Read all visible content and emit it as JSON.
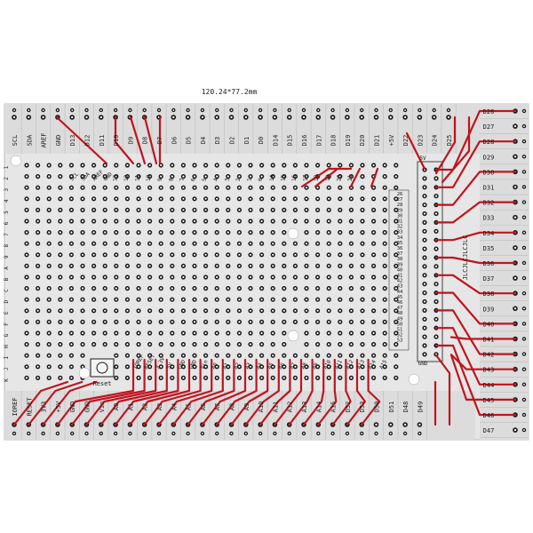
{
  "dimension_label": "120.24*77.2mm",
  "top_terminals": [
    "SCL",
    "SDA",
    "AREF",
    "GND",
    "D13",
    "D12",
    "D11",
    "D10",
    "D9",
    "D8",
    "D7",
    "D6",
    "D5",
    "D4",
    "D3",
    "D2",
    "D1",
    "D0",
    "D14",
    "D15",
    "D16",
    "D17",
    "D18",
    "D19",
    "D20",
    "D21",
    "+5V",
    "D22",
    "D23",
    "D24",
    "D25"
  ],
  "bottom_terminals": [
    "IOREF",
    "RESET",
    "3V3",
    "+5V",
    "GND",
    "GND",
    "Vin",
    "A0",
    "A1",
    "A2",
    "A3",
    "A4",
    "A5",
    "A6",
    "A7",
    "A8",
    "A9",
    "A10",
    "A11",
    "A12",
    "A13",
    "A14",
    "A15",
    "D52",
    "D53",
    "D50",
    "D51",
    "D48",
    "D49"
  ],
  "right_terminals": [
    "D26",
    "D27",
    "D28",
    "D29",
    "D30",
    "D31",
    "D32",
    "D33",
    "D34",
    "D35",
    "D36",
    "D37",
    "D38",
    "D39",
    "D40",
    "D41",
    "D42",
    "D43",
    "D44",
    "D45",
    "D46",
    "D47"
  ],
  "header_pin_labels": [
    "SCL",
    "SDA",
    "AREF",
    "GND",
    "13",
    "12",
    "11",
    "10",
    "9",
    "8",
    "7",
    "6",
    "5",
    "4",
    "3",
    "2",
    "1",
    "0",
    "14",
    "15",
    "16",
    "17",
    "18",
    "19",
    "20",
    "21"
  ],
  "power_pin_labels": [
    "IOREF",
    "RESET",
    "3.3V",
    "5V",
    "GND",
    "GND",
    "Vin",
    "A0",
    "A1",
    "A2",
    "A3",
    "A4",
    "A5",
    "A6",
    "A7",
    "A8",
    "A9",
    "A10",
    "A11",
    "A12",
    "A13",
    "A14",
    "A15"
  ],
  "double_row_labels": [
    "26",
    "27",
    "28",
    "29",
    "30",
    "31",
    "32",
    "33",
    "34",
    "35",
    "36",
    "37",
    "38",
    "39",
    "40",
    "41",
    "42",
    "43",
    "44",
    "45",
    "46",
    "47",
    "48",
    "49",
    "50",
    "51",
    "52",
    "53"
  ],
  "row_letters_left": [
    "1",
    "2",
    "3",
    "4",
    "5",
    "6",
    "7",
    "8",
    "9",
    "A",
    "B",
    "C",
    "D",
    "E",
    "F",
    "G",
    "H",
    "I",
    "J",
    "K"
  ],
  "header_5v_label": "5V",
  "header_gnd_label": "GND",
  "reset_label": "Reset",
  "jlc_label": "JLCJLCJLCJLC",
  "colors": {
    "board": "#e6e6e6",
    "pad": "#1a1a1a",
    "pad_ring": "#ffffff",
    "trace": "#c0141e",
    "silk": "#1a1a1a",
    "terminal_block": "#dcdcdc"
  }
}
